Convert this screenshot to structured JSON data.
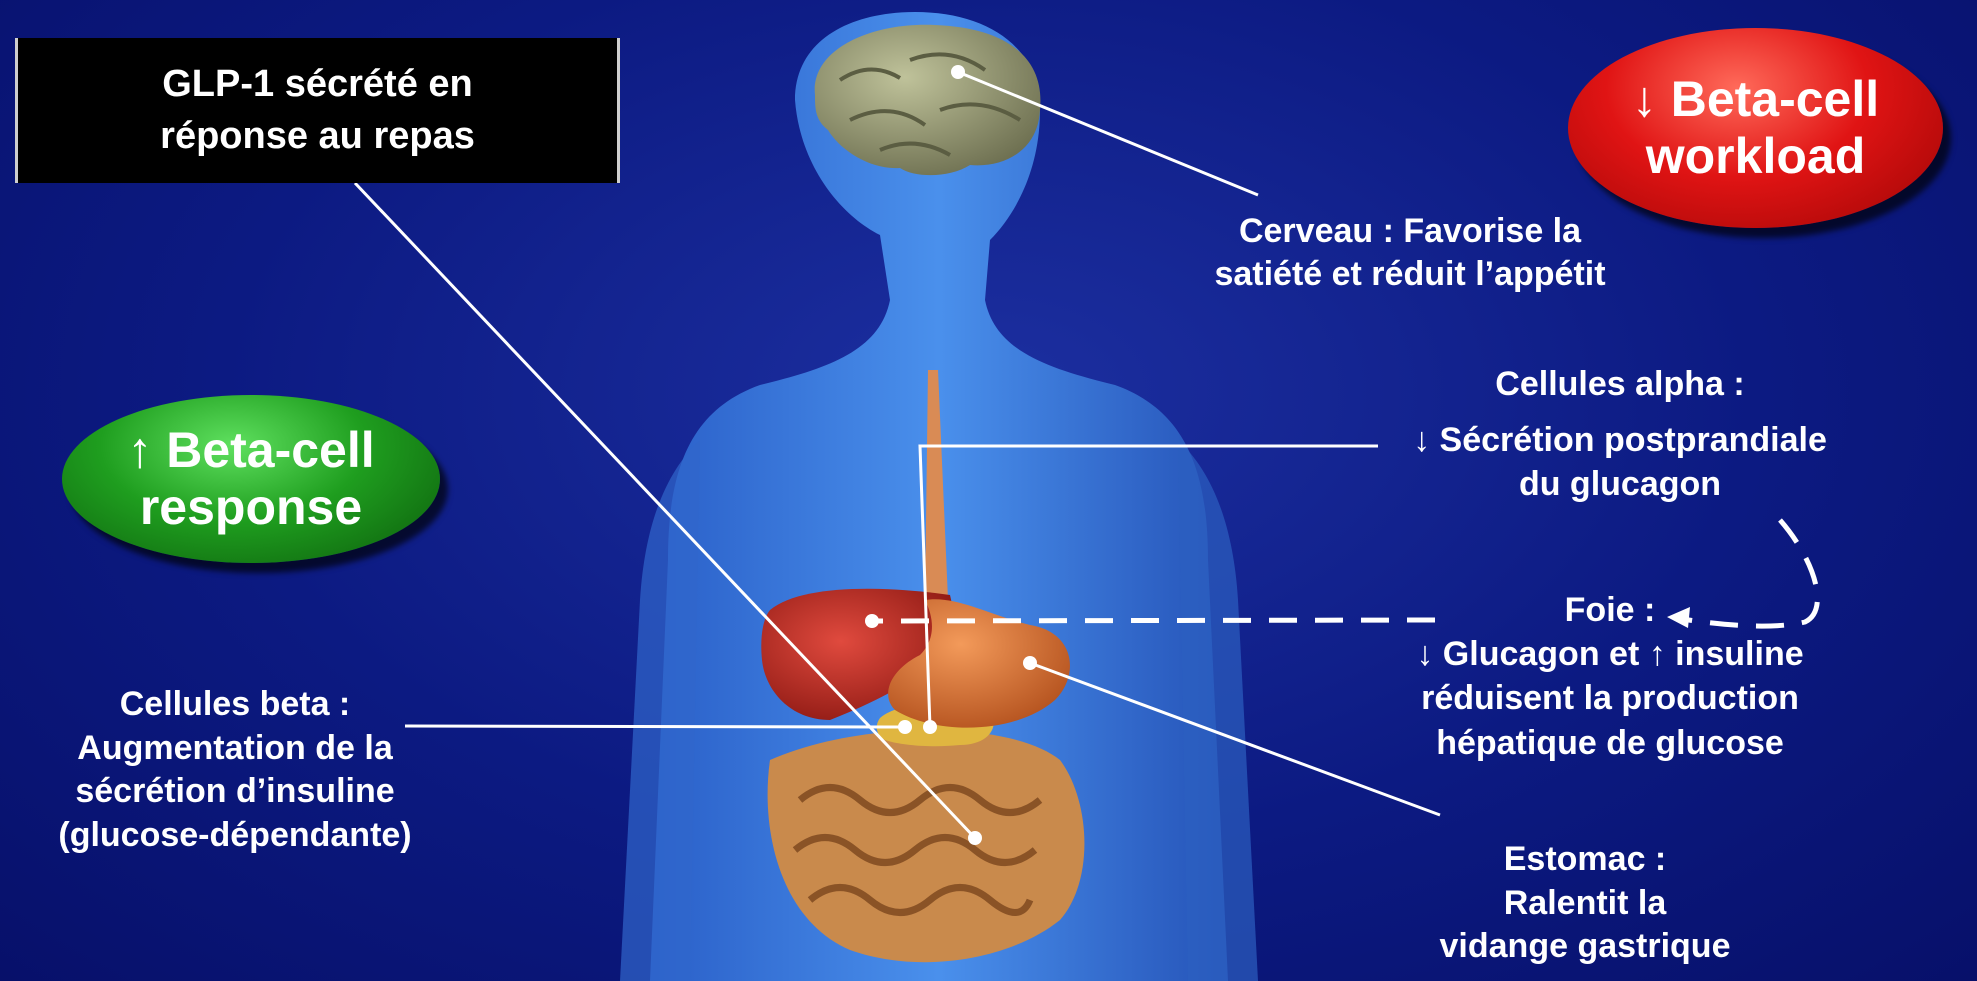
{
  "glp_box": {
    "line1": "GLP-1 sécrété en",
    "line2": "réponse au repas"
  },
  "badges": {
    "workload": {
      "line1": "↓ Beta-cell",
      "line2": "workload",
      "color": "#e01414"
    },
    "response": {
      "line1": "↑ Beta-cell",
      "line2": "response",
      "color": "#1f9e1f"
    }
  },
  "labels": {
    "brain": {
      "line1": "Cerveau : Favorise la",
      "line2": "satiété et réduit l’appétit"
    },
    "alpha": {
      "line1": "Cellules alpha :",
      "line2": "↓ Sécrétion postprandiale",
      "line3": "du glucagon"
    },
    "liver": {
      "line1": "Foie :",
      "line2": "↓ Glucagon et ↑ insuline",
      "line3": "réduisent la production",
      "line4": "hépatique de glucose"
    },
    "beta": {
      "line1": "Cellules beta :",
      "line2": "Augmentation de la",
      "line3": "sécrétion d’insuline",
      "line4": "(glucose-dépendante)"
    },
    "stomach": {
      "line1": "Estomac :",
      "line2": "Ralentit la",
      "line3": "vidange gastrique"
    }
  },
  "colors": {
    "background": "#0c1a82",
    "body": "#3a7fe0",
    "brain": "#9a9c78",
    "liver": "#b5241e",
    "stomach": "#d9743a",
    "intestine": "#c98a4c",
    "pancreas": "#e0b640"
  }
}
